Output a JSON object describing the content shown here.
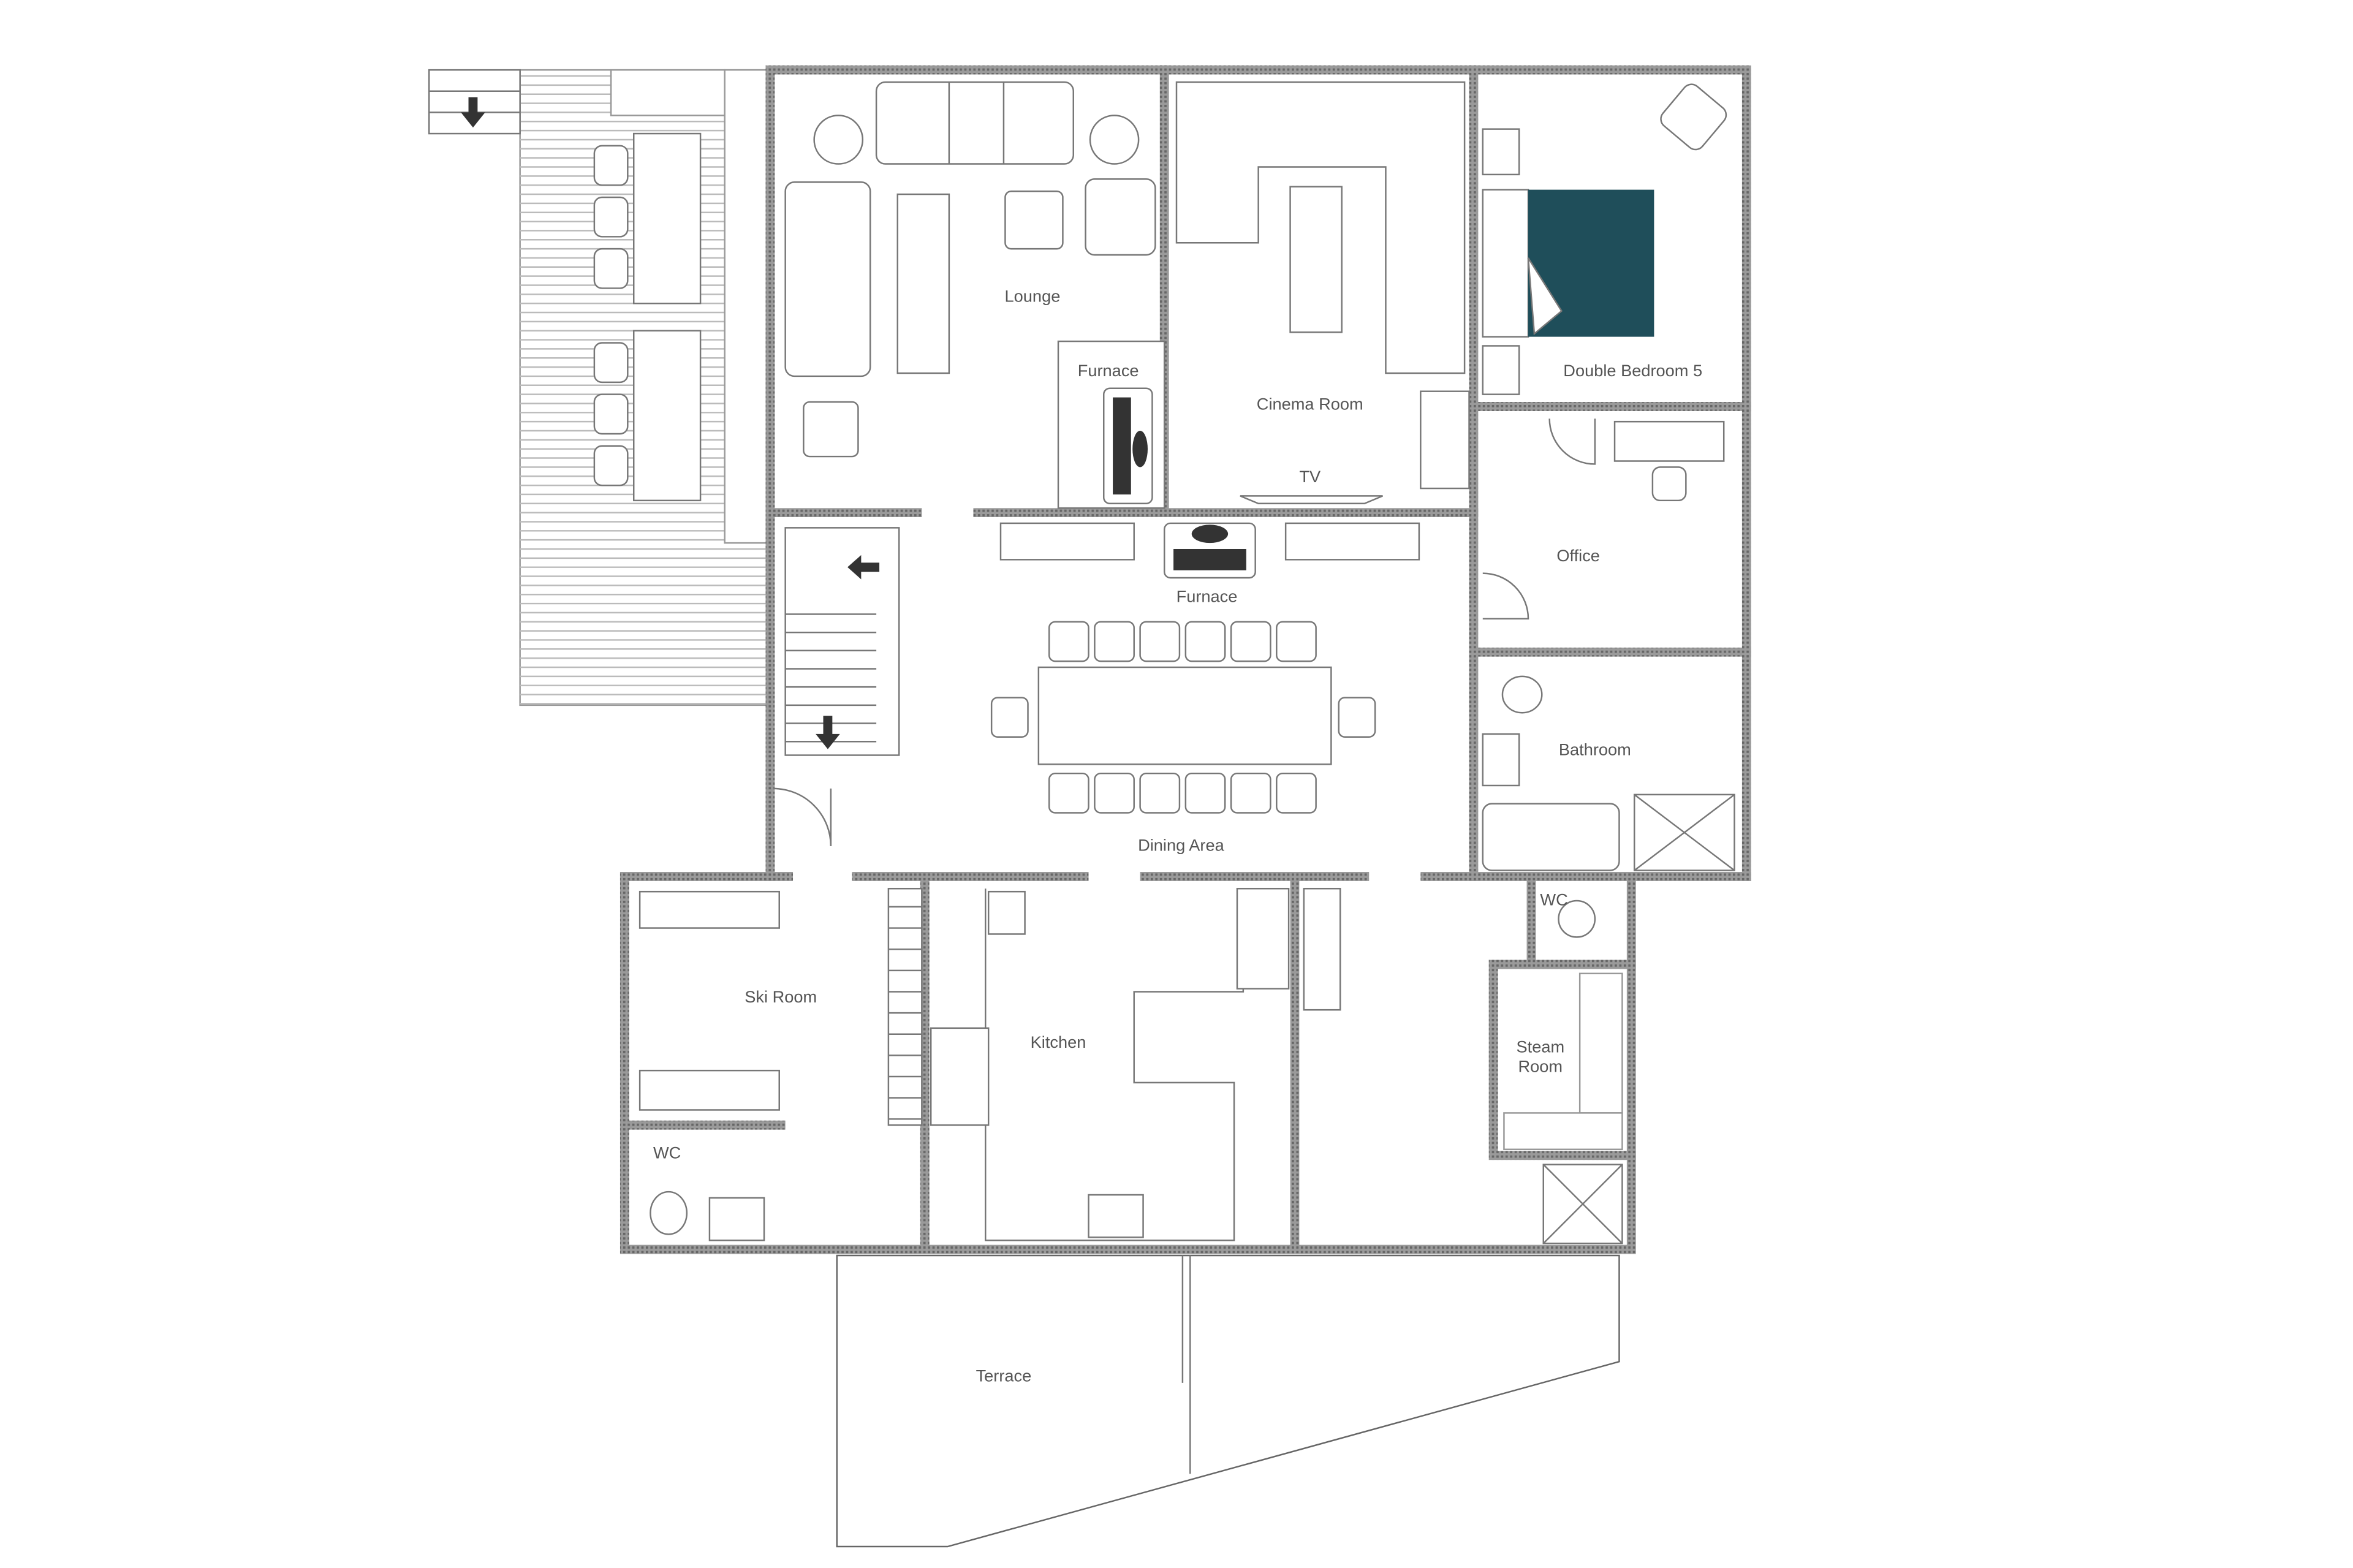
{
  "plan": {
    "rooms": {
      "lounge": "Lounge",
      "furnace_upper": "Furnace",
      "cinema_room": "Cinema Room",
      "tv": "TV",
      "double_bedroom": "Double Bedroom 5",
      "office": "Office",
      "furnace_dining": "Furnace",
      "bathroom": "Bathroom",
      "dining_area": "Dining Area",
      "ski_room": "Ski Room",
      "kitchen": "Kitchen",
      "wc_left": "WC",
      "wc_right": "WC",
      "steam_room_line1": "Steam",
      "steam_room_line2": "Room",
      "terrace": "Terrace"
    },
    "colors": {
      "wall": "#8a8a8a",
      "bed": "#1f4e5a",
      "line": "#777777"
    },
    "icons": [
      "stairs-down-arrow-icon",
      "stairs-left-arrow-icon",
      "stairs-down-arrow-icon"
    ]
  }
}
